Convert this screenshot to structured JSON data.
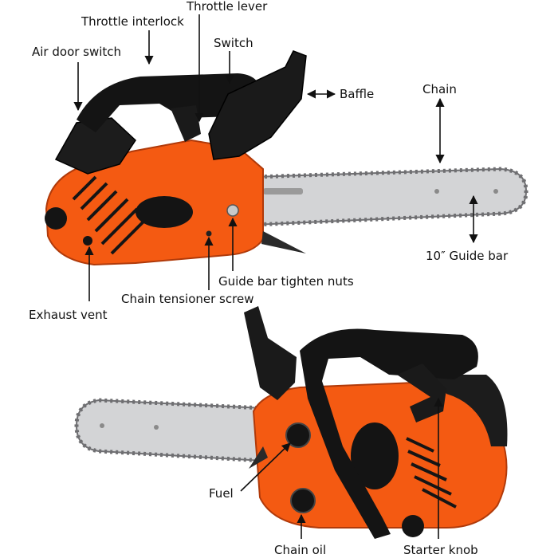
{
  "colors": {
    "body_orange": "#f45a12",
    "body_orange_dark": "#c8400a",
    "plastic_black": "#141414",
    "bar_silver": "#d3d4d6",
    "chain_steel": "#6f6f72",
    "annotation_line": "#111111"
  },
  "labels": {
    "throttle_interlock": "Throttle interlock",
    "throttle_lever": "Throttle lever",
    "air_door_switch": "Air door switch",
    "switch": "Switch",
    "baffle": "Baffle",
    "chain": "Chain",
    "guide_bar": "10″ Guide bar",
    "guide_bar_tighten_nuts": "Guide bar tighten nuts",
    "chain_tensioner_screw": "Chain tensioner screw",
    "exhaust_vent": "Exhaust vent",
    "fuel": "Fuel",
    "chain_oil": "Chain oil",
    "starter_knob": "Starter knob"
  }
}
